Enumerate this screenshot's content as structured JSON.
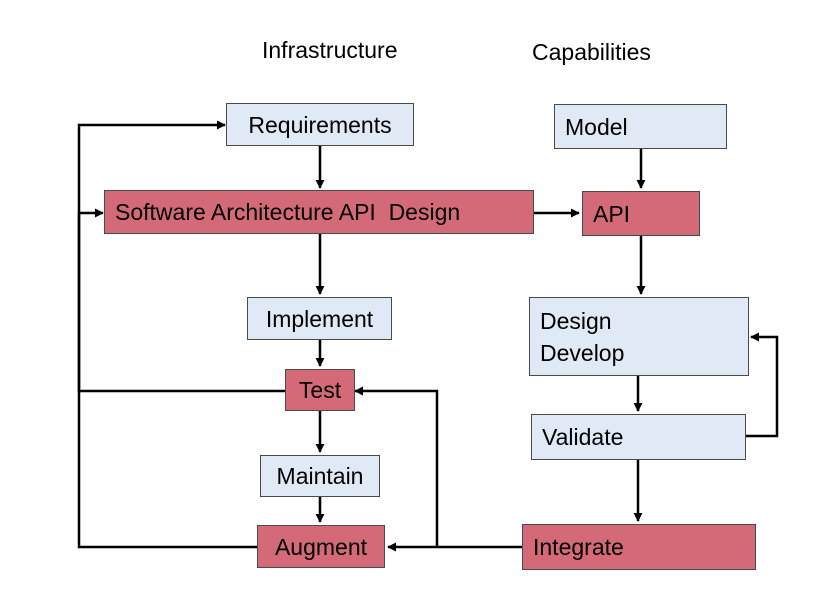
{
  "headings": {
    "left": "Infrastructure",
    "right": "Capabilities"
  },
  "nodes": {
    "requirements": "Requirements",
    "architecture": "Software Architecture API  Design",
    "implement": "Implement",
    "test": "Test",
    "maintain": "Maintain",
    "augment": "Augment",
    "model": "Model",
    "api": "API",
    "design": "Design",
    "develop": "Develop",
    "validate": "Validate",
    "integrate": "Integrate"
  },
  "colors": {
    "light_box": "#dfeaf6",
    "accent_box": "#d46a78",
    "arrow": "#000000"
  }
}
